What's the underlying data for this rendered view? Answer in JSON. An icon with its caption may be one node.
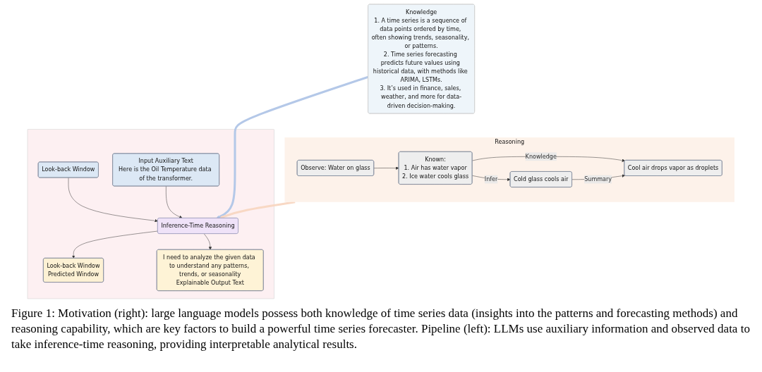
{
  "diagram": {
    "nodes": [
      {
        "text": [],
        "shape": "box"
      },
      {
        "text": [
          "Look-back Window"
        ],
        "in": 0
      },
      {
        "text": [
          "Input Auxiliary Text",
          "Here is the Oil Temperature data of the transformer."
        ],
        "in": 0
      },
      {
        "text": [
          "Inference-Time Reasoning"
        ],
        "in": 0
      },
      {
        "text": [
          "Look-back Window",
          "Predicted Window"
        ],
        "in": 0
      },
      {
        "text": [
          "I need to analyze the given data to understand any patterns, trends, or seasonality",
          "Explainable Output Text"
        ],
        "in": 0
      },
      {
        "text": [
          "Knowledge",
          "1. A time series is a sequence of data points ordered by time, often showing trends, seasonality, or patterns.",
          "2. Time series forecasting predicts future values using historical data, with methods like ARIMA, LSTMs.",
          "3. It’s used in finance, sales, weather, and more for data-driven decision-making."
        ]
      },
      {
        "text": [
          "Reasoning"
        ]
      },
      {
        "text": [
          "Observe: Water on glass"
        ],
        "in": 7
      },
      {
        "text": [
          "Known:",
          "1. Air has water vapor",
          "2. Ice water cools glass"
        ],
        "in": 7
      },
      {
        "text": [
          "Cool air drops vapor as droplets"
        ],
        "in": 7
      },
      {
        "text": [
          "Cold glass cools air"
        ],
        "in": 7
      }
    ],
    "edges": [
      {
        "from": 1,
        "to": 3,
        "arrow": "to"
      },
      {
        "from": 2,
        "to": 3,
        "arrow": "to"
      },
      {
        "from": 3,
        "to": 4,
        "arrow": "to"
      },
      {
        "from": 3,
        "to": 5,
        "arrow": "to"
      },
      {
        "from": 6,
        "to": 3,
        "arrow": "to",
        "style": "thick",
        "color": "#b4c8e8"
      },
      {
        "from": 7,
        "to": 3,
        "arrow": "to",
        "style": "thick",
        "color": "#f8d8c4"
      },
      {
        "from": 8,
        "to": 9,
        "arrow": "to"
      },
      {
        "from": 9,
        "to": 10,
        "arrow": "to",
        "label": "Knowledge"
      },
      {
        "from": 9,
        "to": 11,
        "arrow": "to",
        "label": "Infer"
      },
      {
        "from": 11,
        "to": 10,
        "arrow": "to",
        "label": "Summary"
      }
    ],
    "caption": "Figure 1: Motivation (right): large language models possess both knowledge of time series data (insights into the patterns and forecasting methods) and reasoning capability, which are key factors to build a powerful time series forecaster. Pipeline (left): LLMs use auxiliary information and observed data to take inference-time reasoning, providing interpretable analytical results."
  }
}
